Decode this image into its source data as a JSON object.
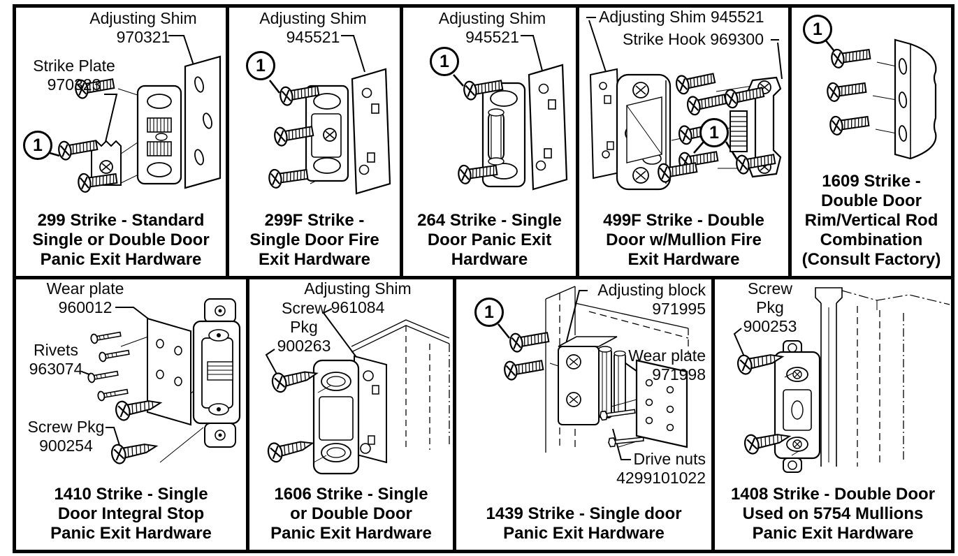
{
  "page": {
    "background": "#ffffff",
    "line_color": "#000000",
    "description": "Strike parts diagrams for panic exit hardware"
  },
  "panels": [
    {
      "id": "299",
      "callout": "1",
      "labels": [
        {
          "name": "Adjusting Shim",
          "number": "970321"
        },
        {
          "name": "Strike Plate",
          "number": "970323"
        }
      ],
      "caption_lines": [
        "299 Strike - Standard",
        "Single or Double Door",
        "Panic Exit Hardware"
      ]
    },
    {
      "id": "299F",
      "callout": "1",
      "labels": [
        {
          "name": "Adjusting Shim",
          "number": "945521"
        }
      ],
      "caption_lines": [
        "299F Strike -",
        "Single Door Fire",
        "Exit Hardware"
      ]
    },
    {
      "id": "264",
      "callout": "1",
      "labels": [
        {
          "name": "Adjusting Shim",
          "number": "945521"
        }
      ],
      "caption_lines": [
        "264 Strike - Single",
        "Door Panic Exit",
        "Hardware"
      ]
    },
    {
      "id": "499F",
      "callout": "1",
      "labels": [
        {
          "name": "Adjusting Shim",
          "number": "945521"
        },
        {
          "name": "Strike Hook",
          "number": "969300"
        }
      ],
      "caption_lines": [
        "499F Strike - Double",
        "Door w/Mullion Fire",
        "Exit Hardware"
      ]
    },
    {
      "id": "1609",
      "callout": "1",
      "labels": [],
      "caption_lines": [
        "1609 Strike -",
        "Double Door",
        "Rim/Vertical Rod",
        "Combination",
        "(Consult Factory)"
      ]
    },
    {
      "id": "1410",
      "labels": [
        {
          "name": "Wear plate",
          "number": "960012"
        },
        {
          "name": "Rivets",
          "number": "963074"
        },
        {
          "name": "Screw Pkg",
          "number": "900254"
        }
      ],
      "caption_lines": [
        "1410 Strike - Single",
        "Door Integral Stop",
        "Panic Exit Hardware"
      ]
    },
    {
      "id": "1606",
      "labels": [
        {
          "name": "Adjusting Shim",
          "number": "961084"
        },
        {
          "name": "Screw",
          "name2": "Pkg",
          "number": "900263"
        }
      ],
      "caption_lines": [
        "1606 Strike - Single",
        "or Double Door",
        "Panic Exit Hardware"
      ]
    },
    {
      "id": "1439",
      "callout": "1",
      "labels": [
        {
          "name": "Adjusting block",
          "number": "971995"
        },
        {
          "name": "Wear plate",
          "number": "971998"
        },
        {
          "name": "Drive nuts",
          "number": "4299101022"
        }
      ],
      "caption_lines": [
        "1439 Strike - Single door",
        "Panic Exit Hardware"
      ]
    },
    {
      "id": "1408",
      "labels": [
        {
          "name": "Screw",
          "name2": "Pkg",
          "number": "900253"
        }
      ],
      "caption_lines": [
        "1408 Strike - Double Door",
        "Used on 5754 Mullions",
        "Panic Exit Hardware"
      ]
    }
  ]
}
